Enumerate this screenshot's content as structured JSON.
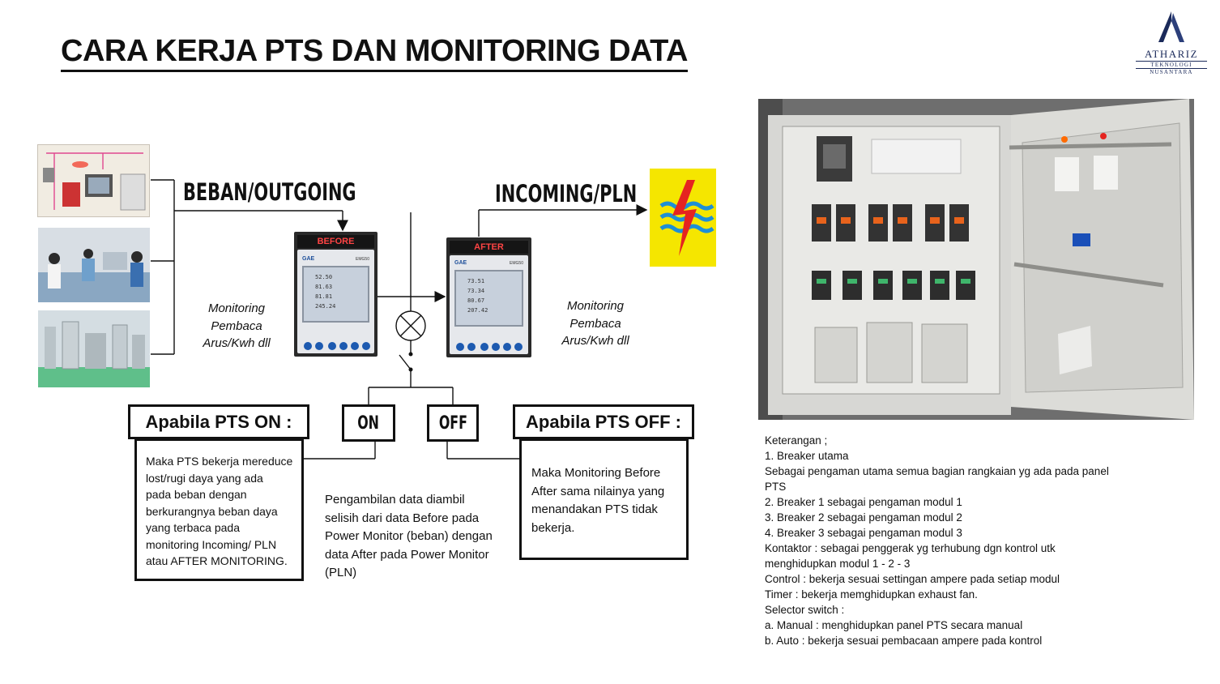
{
  "title": "CARA KERJA PTS DAN MONITORING DATA",
  "logo": {
    "brand": "ATHARIZ",
    "line1": "TEKNOLOGI",
    "line2": "NUSANTARA"
  },
  "labels": {
    "beban": "BEBAN/OUTGOING",
    "incoming": "INCOMING/PLN",
    "on": "ON",
    "off": "OFF"
  },
  "meters": {
    "before": {
      "header": "BEFORE",
      "brand": "GAE",
      "model": "EMG50",
      "values": [
        "52.50",
        "81.63",
        "81.81",
        "245.24"
      ]
    },
    "after": {
      "header": "AFTER",
      "brand": "GAE",
      "model": "EMG50",
      "values": [
        "73.51",
        "73.34",
        "80.67",
        "207.42"
      ]
    }
  },
  "monitoring_left": [
    "Monitoring",
    "Pembaca",
    "Arus/Kwh dll"
  ],
  "monitoring_right": [
    "Monitoring",
    "Pembaca",
    "Arus/Kwh dll"
  ],
  "pts_on": {
    "title": "Apabila PTS ON :",
    "lines": [
      "Maka PTS bekerja mereduce",
      "lost/rugi daya yang ada",
      "pada beban dengan",
      "berkurangnya beban daya",
      "yang terbaca pada",
      "monitoring Incoming/ PLN",
      "atau AFTER MONITORING."
    ]
  },
  "pts_off": {
    "title": "Apabila PTS OFF :",
    "lines": [
      "Maka Monitoring Before",
      "After sama nilainya yang",
      "menandakan PTS tidak",
      "bekerja."
    ]
  },
  "middle_text": [
    "Pengambilan data diambil",
    "selisih dari data Before pada",
    "Power Monitor (beban) dengan",
    "data After pada Power Monitor",
    "(PLN)"
  ],
  "notes": [
    "Keterangan ;",
    "1. Breaker utama",
    "Sebagai pengaman utama semua bagian rangkaian yg ada pada panel",
    "PTS",
    "2. Breaker 1 sebagai pengaman modul 1",
    "3. Breaker 2 sebagai pengaman modul  2",
    "4. Breaker 3 sebagai pengaman modul  3",
    "Kontaktor : sebagai penggerak yg terhubung dgn kontrol utk",
    "menghidupkan modul 1 - 2  - 3",
    "Control : bekerja sesuai settingan ampere pada setiap modul",
    "Timer  : bekerja memghidupkan exhaust fan.",
    "Selector switch :",
    "a. Manual : menghidupkan panel PTS secara manual",
    "b. Auto : bekerja sesuai pembacaan ampere pada kontrol"
  ],
  "colors": {
    "pln_yellow": "#f5e600",
    "pln_blue": "#1e8fd6",
    "pln_red": "#e52420",
    "meter_label": "#ff4444"
  }
}
